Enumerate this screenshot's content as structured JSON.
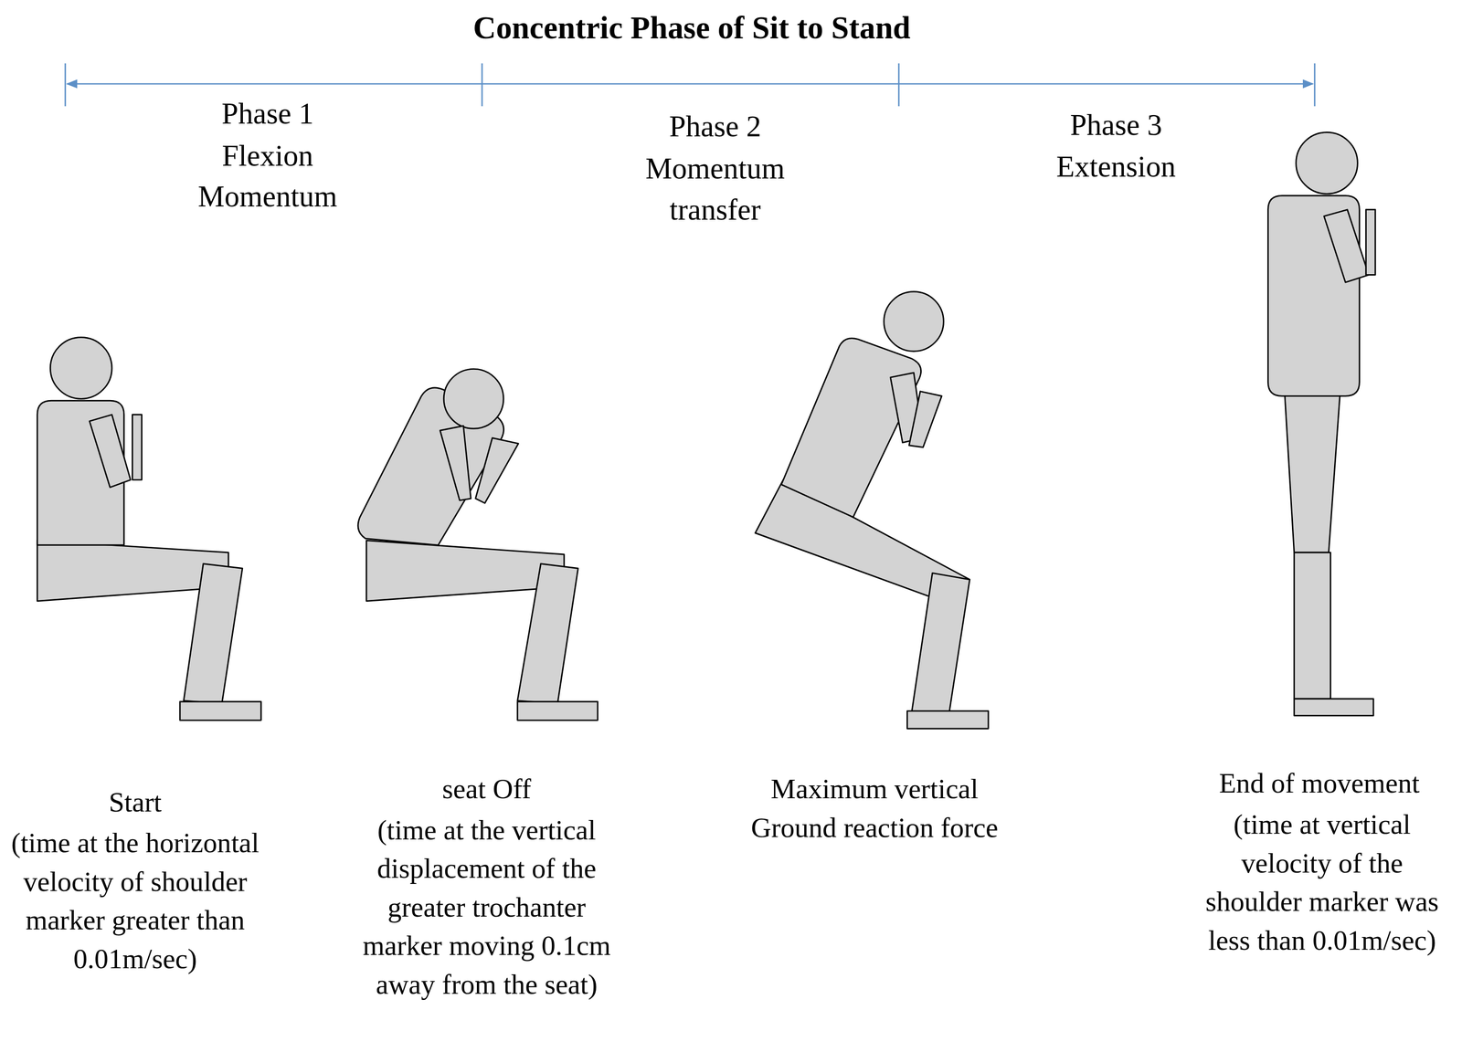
{
  "diagram": {
    "title": "Concentric Phase of Sit to Stand",
    "labels": [
      "Phase 1",
      "Flexion Momentum",
      "Phase 2",
      "Momentum transfer",
      "Phase 3",
      "Extension",
      "Start",
      "(time at the horizontal velocity of shoulder marker greater than 0.01m/sec)",
      "seat Off",
      "(time at the vertical displacement of the greater trochanter marker moving 0.1cm away from the seat)",
      "Maximum vertical Ground reaction force",
      "End of movement",
      "(time at vertical velocity of the shoulder marker was less than 0.01m/sec)"
    ]
  }
}
